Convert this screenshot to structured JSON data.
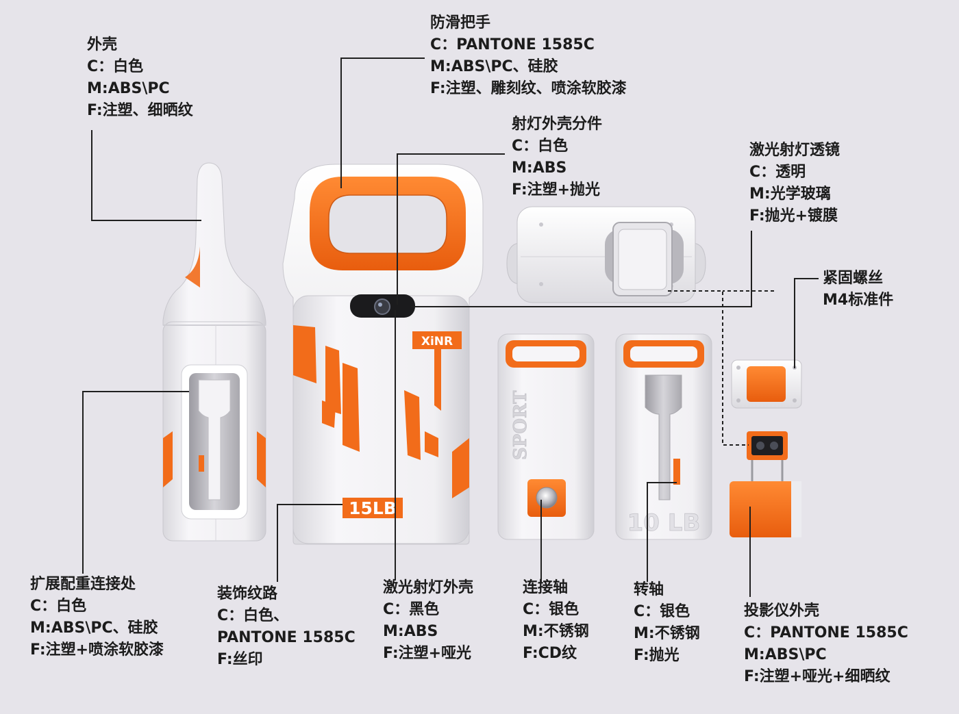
{
  "labels": {
    "shell": {
      "title": "外壳",
      "c": "C：白色",
      "m": "M:ABS\\PC",
      "f": "F:注塑、细晒纹"
    },
    "handle": {
      "title": "防滑把手",
      "c": "C：PANTONE 1585C",
      "m": "M:ABS\\PC、硅胶",
      "f": "F:注塑、雕刻纹、喷涂软胶漆"
    },
    "spot_shell_part": {
      "title": "射灯外壳分件",
      "c": "C：白色",
      "m": "M:ABS",
      "f": "F:注塑+抛光"
    },
    "laser_lens": {
      "title": "激光射灯透镜",
      "c": "C：透明",
      "m": "M:光学玻璃",
      "f": "F:抛光+镀膜"
    },
    "screw": {
      "title": "紧固螺丝",
      "m": "M4标准件"
    },
    "expansion": {
      "title": "扩展配重连接处",
      "c": "C：白色",
      "m": "M:ABS\\PC、硅胶",
      "f": "F:注塑+喷涂软胶漆"
    },
    "decor": {
      "title": "装饰纹路",
      "c": "C：白色、",
      "c2": "PANTONE 1585C",
      "f": "F:丝印"
    },
    "laser_shell": {
      "title": "激光射灯外壳",
      "c": "C：黑色",
      "m": "M:ABS",
      "f": "F:注塑+哑光"
    },
    "axle": {
      "title": "连接轴",
      "c": "C：银色",
      "m": "M:不锈钢",
      "f": "F:CD纹"
    },
    "pivot": {
      "title": "转轴",
      "c": "C：银色",
      "m": "M:不锈钢",
      "f": "F:抛光"
    },
    "projector": {
      "title": "投影仪外壳",
      "c": "C：PANTONE 1585C",
      "m": "M:ABS\\PC",
      "f": "F:注塑+哑光+细晒纹"
    }
  },
  "product": {
    "brand": "XiNR",
    "weight_main": "15LB",
    "plate_text": "SPORT",
    "weight_plate": "10 LB"
  },
  "colors": {
    "accent": "#f26c1a",
    "body": "#f2f1f4",
    "background": "#e6e4ea",
    "lens_black": "#1b1b1d"
  }
}
